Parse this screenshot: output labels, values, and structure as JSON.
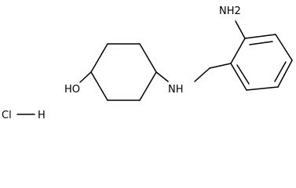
{
  "molecule": {
    "labels": {
      "hydroxyl": "HO",
      "amine_nh": "NH",
      "aniline_nh2": "NH2",
      "hcl_cl": "Cl",
      "hcl_h": "H"
    }
  }
}
